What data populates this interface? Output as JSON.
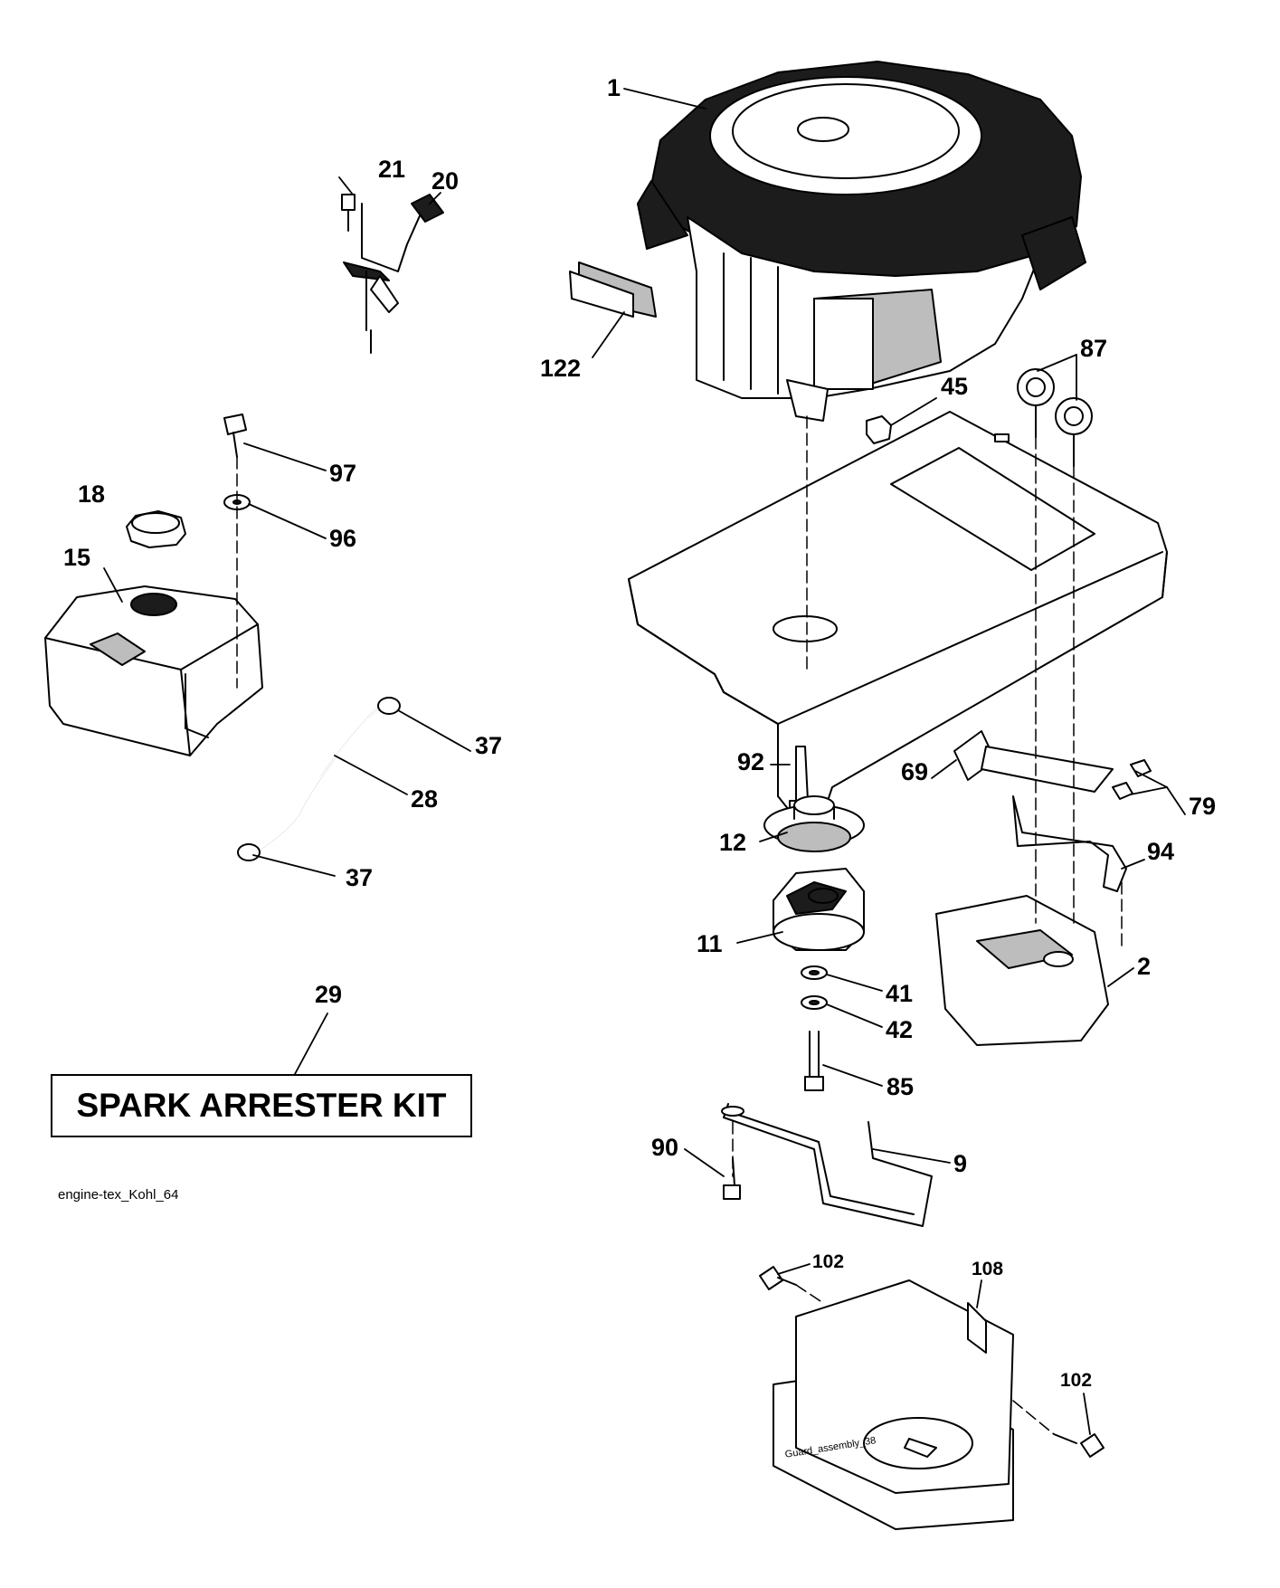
{
  "callouts": [
    {
      "id": "c1",
      "label": "1"
    },
    {
      "id": "c2",
      "label": "2"
    },
    {
      "id": "c9",
      "label": "9"
    },
    {
      "id": "c11",
      "label": "11"
    },
    {
      "id": "c12",
      "label": "12"
    },
    {
      "id": "c15",
      "label": "15"
    },
    {
      "id": "c18",
      "label": "18"
    },
    {
      "id": "c20",
      "label": "20"
    },
    {
      "id": "c21",
      "label": "21"
    },
    {
      "id": "c28",
      "label": "28"
    },
    {
      "id": "c29",
      "label": "29"
    },
    {
      "id": "c37a",
      "label": "37"
    },
    {
      "id": "c37b",
      "label": "37"
    },
    {
      "id": "c41",
      "label": "41"
    },
    {
      "id": "c42",
      "label": "42"
    },
    {
      "id": "c45",
      "label": "45"
    },
    {
      "id": "c69",
      "label": "69"
    },
    {
      "id": "c79",
      "label": "79"
    },
    {
      "id": "c85",
      "label": "85"
    },
    {
      "id": "c87",
      "label": "87"
    },
    {
      "id": "c90",
      "label": "90"
    },
    {
      "id": "c92",
      "label": "92"
    },
    {
      "id": "c94",
      "label": "94"
    },
    {
      "id": "c96",
      "label": "96"
    },
    {
      "id": "c97",
      "label": "97"
    },
    {
      "id": "c102a",
      "label": "102"
    },
    {
      "id": "c102b",
      "label": "102"
    },
    {
      "id": "c108",
      "label": "108"
    },
    {
      "id": "c122",
      "label": "122"
    }
  ],
  "kit_label": "SPARK ARRESTER KIT",
  "drawing_code": "engine-tex_Kohl_64",
  "guard_code": "Guard_assembly_38"
}
